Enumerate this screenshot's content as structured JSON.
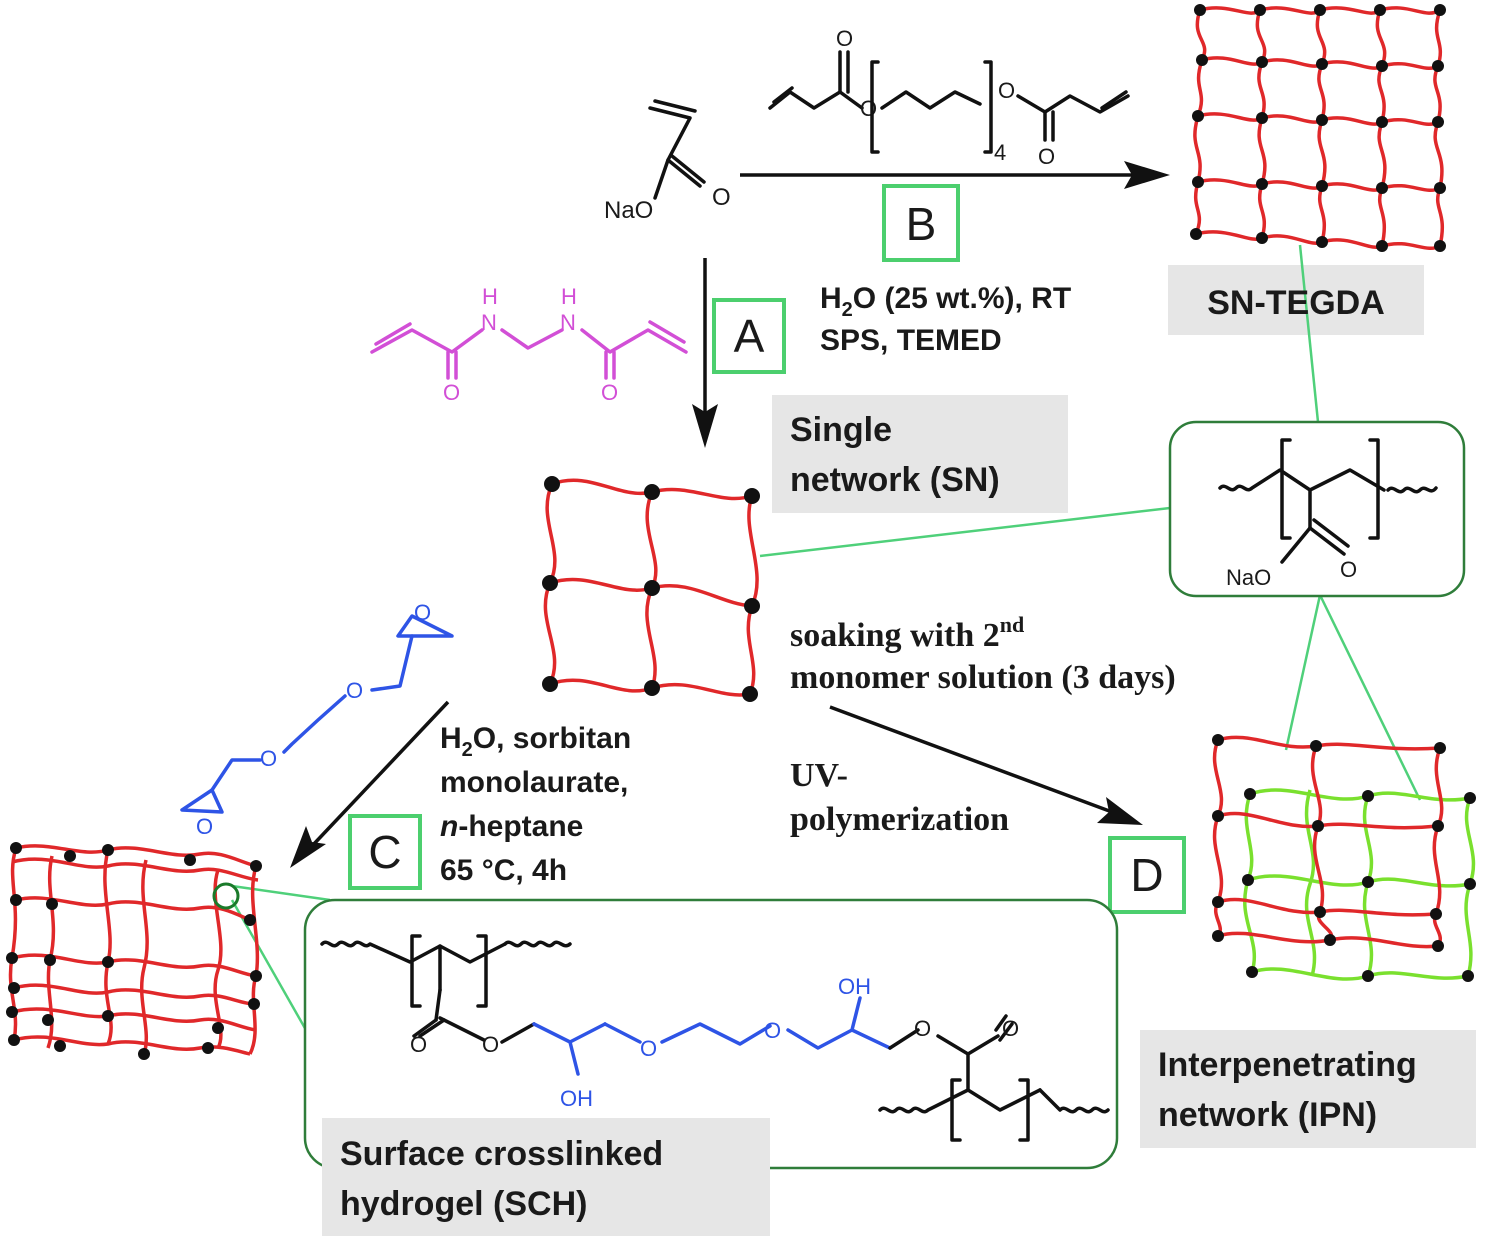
{
  "steps": {
    "a": "A",
    "b": "B",
    "c": "C",
    "d": "D"
  },
  "conditions": {
    "ab_line1_pre": "H",
    "ab_line1_sub": "2",
    "ab_line1_post": "O (25 wt.%), RT",
    "ab_line2": "SPS, TEMED",
    "c_line1_pre": "H",
    "c_line1_sub": "2",
    "c_line1_post": "O, sorbitan",
    "c_line2": "monolaurate,",
    "c_line3_italic": "n",
    "c_line3_rest": "-heptane",
    "c_line4": "65 °C, 4h",
    "d_line1_pre": "soaking with 2",
    "d_line1_sup": "nd",
    "d_line2": "monomer solution (3 days)",
    "d_line3": "UV-",
    "d_line4": "polymerization"
  },
  "labels": {
    "sn_tegda": "SN-TEGDA",
    "sn_line1": "Single",
    "sn_line2": "network (SN)",
    "ipn_line1": "Interpenetrating",
    "ipn_line2": "network (IPN)",
    "sch_line1": "Surface crosslinked",
    "sch_line2": "hydrogel (SCH)"
  },
  "atoms": {
    "nao": "NaO",
    "o": "O",
    "h": "H",
    "oh": "OH",
    "n": "N",
    "sub4": "4"
  },
  "colors": {
    "network_red": "#e0282a",
    "network_green": "#7ae02e",
    "crosslinker_magenta": "#d24fd6",
    "epoxide_blue": "#2e54e6",
    "step_box_green": "#4ccf6e",
    "label_gray": "#e6e6e6"
  }
}
